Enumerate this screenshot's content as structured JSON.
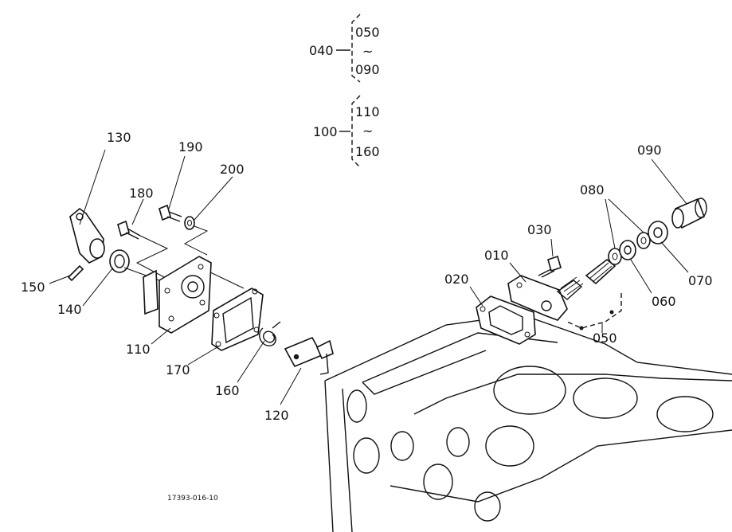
{
  "group_brackets": [
    {
      "ref": "040",
      "from": "050",
      "to": "090",
      "tilde": "~"
    },
    {
      "ref": "100",
      "from": "110",
      "to": "160",
      "tilde": "~"
    }
  ],
  "callouts": {
    "p130": "130",
    "p190": "190",
    "p180": "180",
    "p200": "200",
    "p150": "150",
    "p140": "140",
    "p110": "110",
    "p170": "170",
    "p160": "160",
    "p120": "120",
    "p090": "090",
    "p080": "080",
    "p030": "030",
    "p010": "010",
    "p020": "020",
    "p070": "070",
    "p060": "060",
    "p050": "050"
  },
  "drawing_code": "17393-016-10"
}
